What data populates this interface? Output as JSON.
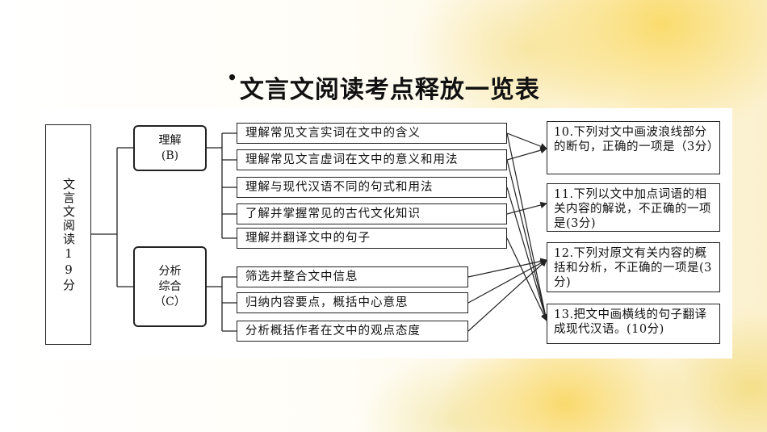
{
  "slide": {
    "title": "文言文阅读考点释放一览表",
    "bullet": "•"
  },
  "diagram": {
    "root": "文言文阅读19分",
    "categories": [
      {
        "id": "B",
        "label": "理解",
        "code": "(B)"
      },
      {
        "id": "C",
        "label": "分析综合",
        "code": "（C）"
      }
    ],
    "points": [
      "理解常见文言实词在文中的含义",
      "理解常见文言虚词在文中的意义和用法",
      "理解与现代汉语不同的句式和用法",
      "了解并掌握常见的古代文化知识",
      "理解并翻译文中的句子",
      "筛选并整合文中信息",
      "归纳内容要点，概括中心意思",
      "分析概括作者在文中的观点态度"
    ],
    "questions": [
      "10.下列对文中画波浪线部分的断句，正确的一项是（3分）",
      "11.下列以文中加点词语的相关内容的解说，不正确的一项是(3分)",
      "12.下列对原文有关内容的概括和分析，不正确的一项是(3分)",
      "13.把文中画横线的句子翻译成现代汉语。(10分)"
    ]
  },
  "colors": {
    "line": "#222222",
    "title": "#000000"
  }
}
